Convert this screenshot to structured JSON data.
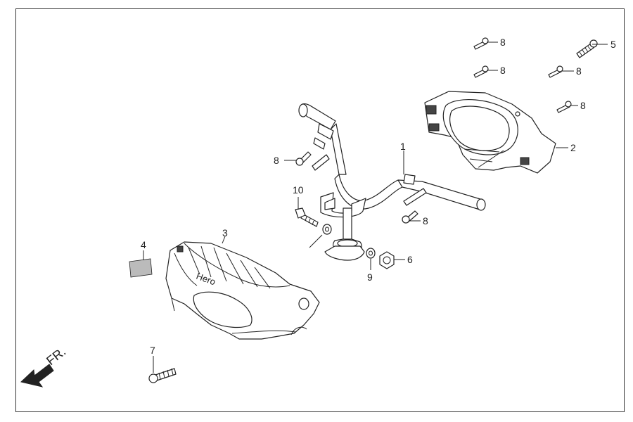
{
  "diagram": {
    "direction_label": "FR.",
    "logo_text": "Hero",
    "callouts": [
      {
        "id": "c1",
        "label": "1"
      },
      {
        "id": "c2",
        "label": "2"
      },
      {
        "id": "c3",
        "label": "3"
      },
      {
        "id": "c4",
        "label": "4"
      },
      {
        "id": "c5",
        "label": "5"
      },
      {
        "id": "c6",
        "label": "6"
      },
      {
        "id": "c7",
        "label": "7"
      },
      {
        "id": "c8a",
        "label": "8"
      },
      {
        "id": "c8b",
        "label": "8"
      },
      {
        "id": "c8c",
        "label": "8"
      },
      {
        "id": "c8d",
        "label": "8"
      },
      {
        "id": "c8e",
        "label": "8"
      },
      {
        "id": "c8f",
        "label": "8"
      },
      {
        "id": "c9",
        "label": "9"
      },
      {
        "id": "c10",
        "label": "10"
      }
    ]
  }
}
